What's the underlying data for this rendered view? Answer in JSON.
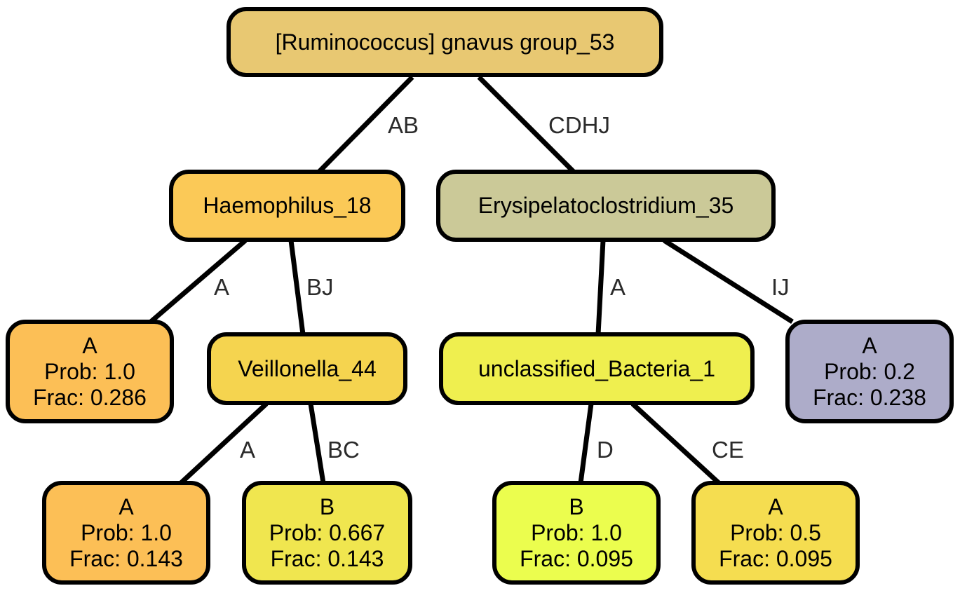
{
  "nodes": {
    "root": {
      "title": "[Ruminococcus] gnavus group_53",
      "color": "#E8C872"
    },
    "haemophilus": {
      "title": "Haemophilus_18",
      "color": "#FBC957"
    },
    "erysipelato": {
      "title": "Erysipelatoclostridium_35",
      "color": "#CBC998"
    },
    "leaf_a1": {
      "class_label": "A",
      "prob": "Prob: 1.0",
      "frac": "Frac: 0.286",
      "color": "#FCBF56"
    },
    "veillonella": {
      "title": "Veillonella_44",
      "color": "#F5D44F"
    },
    "unclassified": {
      "title": "unclassified_Bacteria_1",
      "color": "#EFEF4F"
    },
    "leaf_a_ij": {
      "class_label": "A",
      "prob": "Prob: 0.2",
      "frac": "Frac: 0.238",
      "color": "#ADACC9"
    },
    "leaf_a2": {
      "class_label": "A",
      "prob": "Prob: 1.0",
      "frac": "Frac: 0.143",
      "color": "#FCBF56"
    },
    "leaf_b1": {
      "class_label": "B",
      "prob": "Prob: 0.667",
      "frac": "Frac: 0.143",
      "color": "#F0E64F"
    },
    "leaf_b2": {
      "class_label": "B",
      "prob": "Prob: 1.0",
      "frac": "Frac: 0.095",
      "color": "#EBFD4E"
    },
    "leaf_a3": {
      "class_label": "A",
      "prob": "Prob: 0.5",
      "frac": "Frac: 0.095",
      "color": "#F5DD50"
    }
  },
  "edges": {
    "root_haemophilus": "AB",
    "root_erysipelato": "CDHJ",
    "haemophilus_a1": "A",
    "haemophilus_veillonella": "BJ",
    "erysipelato_unclassified": "A",
    "erysipelato_leaf_ij": "IJ",
    "veillonella_a2": "A",
    "veillonella_b1": "BC",
    "unclassified_b2": "D",
    "unclassified_a3": "CE"
  }
}
